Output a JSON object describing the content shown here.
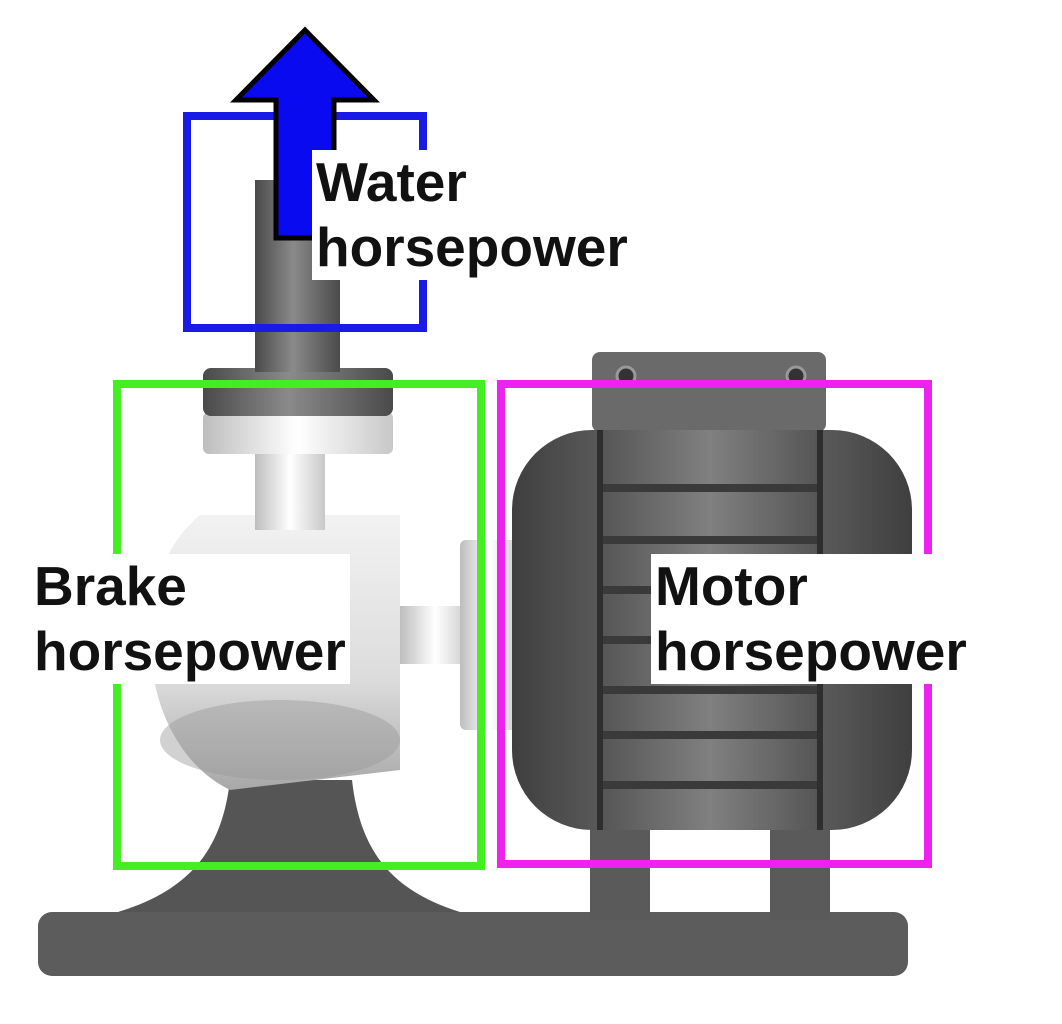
{
  "labels": {
    "water": {
      "line1": "Water",
      "line2": "horsepower"
    },
    "brake": {
      "line1": "Brake",
      "line2": "horsepower"
    },
    "motor": {
      "line1": "Motor",
      "line2": "horsepower"
    }
  },
  "colors": {
    "water_box": "#1a1ae6",
    "brake_box": "#44ee22",
    "motor_box": "#ee22ee",
    "arrow_fill": "#0a0af0",
    "arrow_outline": "#000000",
    "machine_dark": "#5a5a5a",
    "machine_light": "#e8e8e8"
  },
  "icons": [
    "water-flow-arrow-icon",
    "pump-illustration",
    "motor-illustration"
  ]
}
